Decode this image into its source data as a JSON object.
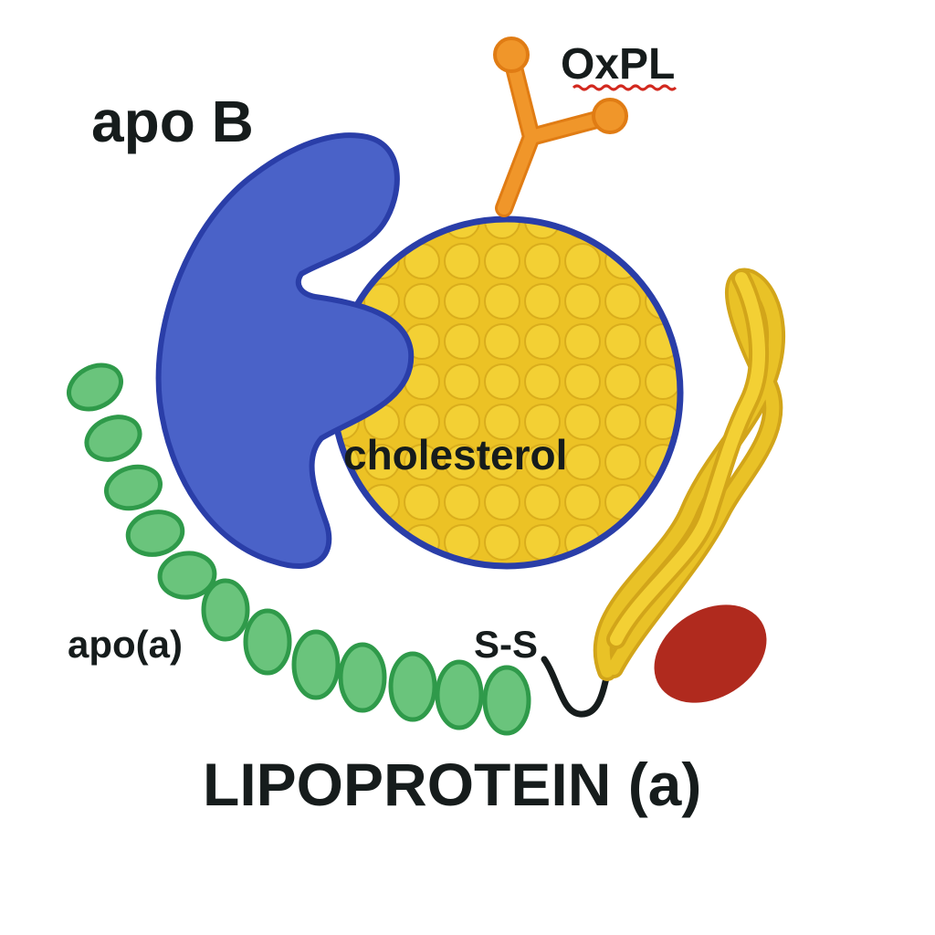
{
  "labels": {
    "apo_b": "apo B",
    "oxpl": "OxPL",
    "cholesterol": "cholesterol",
    "apo_a": "apo(a)",
    "disulfide": "S-S",
    "title": "LIPOPROTEIN (a)"
  },
  "colors": {
    "apo_b": "#4a62c8",
    "outline_blue": "#2a3ea8",
    "lipid_core": "#ecc225",
    "lipid_pattern": "#f3d034",
    "oxpl": "#f0962a",
    "kringle_fill": "#6ac47c",
    "kringle_stroke": "#2f9a4a",
    "protease_domain": "#b02a1e",
    "helix": "#e9c227",
    "linker": "#161c1c",
    "text": "#161c1c"
  },
  "icons": [
    "oxidized-phospholipid-icon",
    "kringle-domain-icon",
    "protease-domain-icon",
    "helix-icon"
  ]
}
